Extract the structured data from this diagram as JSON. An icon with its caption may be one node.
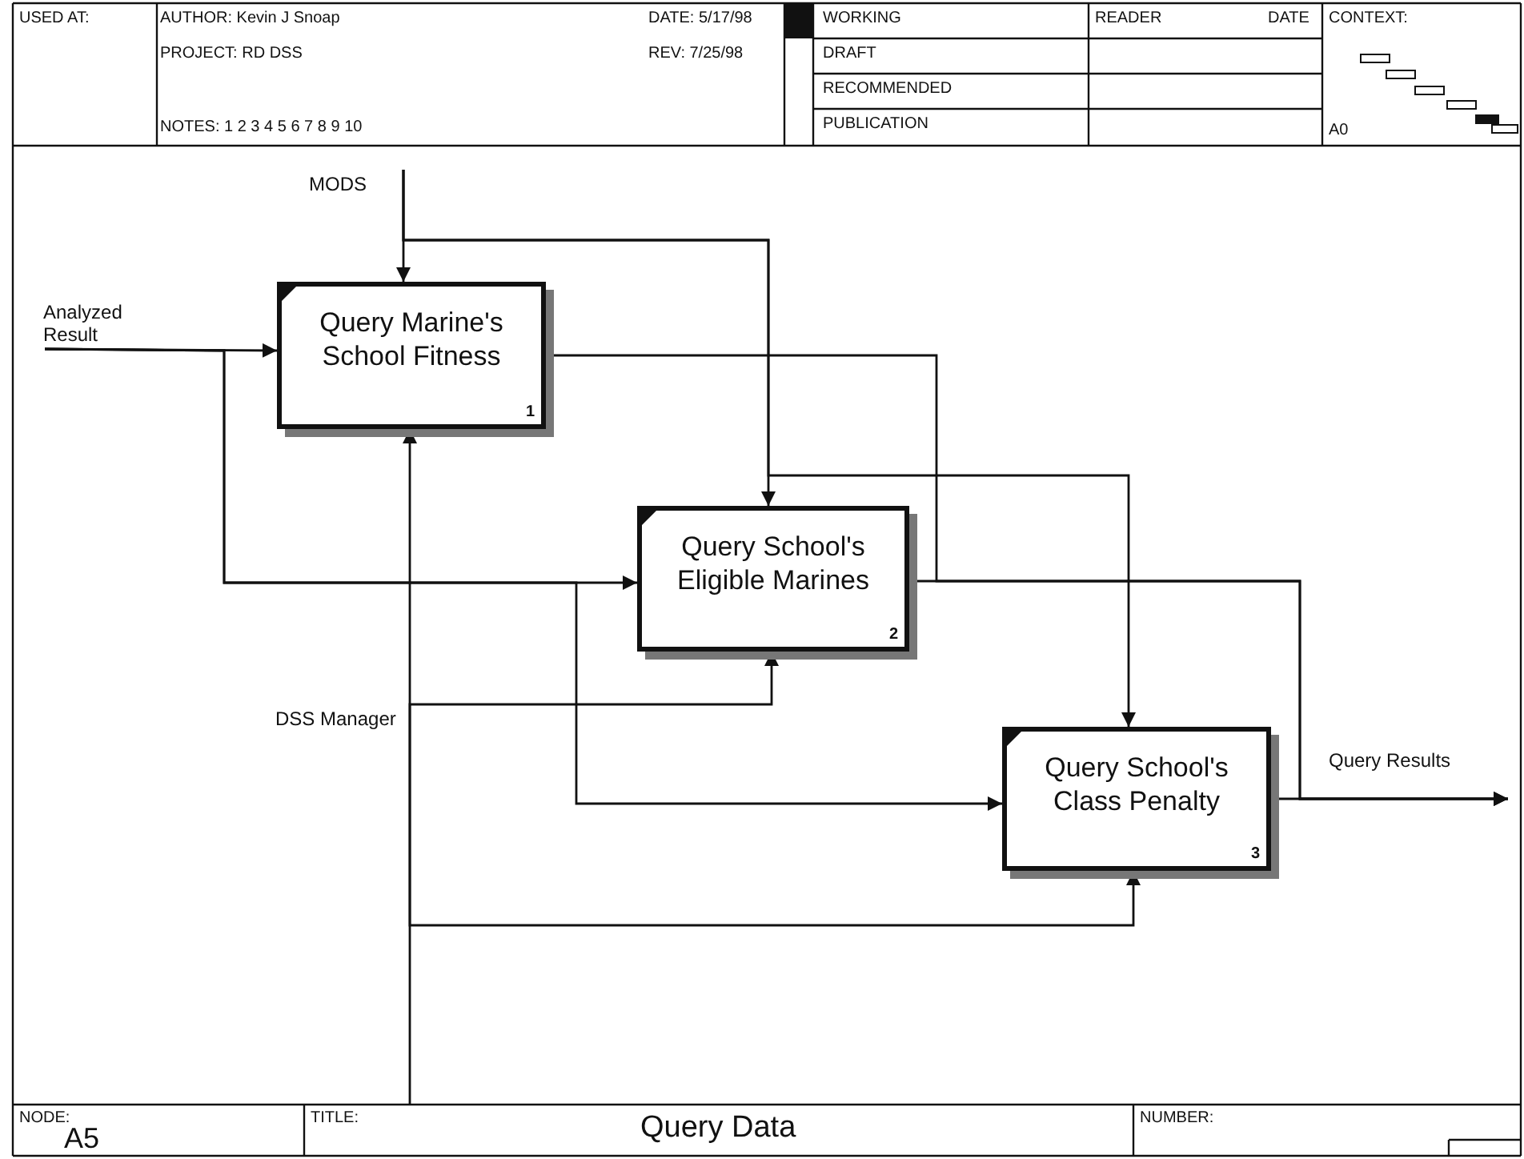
{
  "diagram": {
    "title": "Query Data",
    "nodes": [
      {
        "text": [
          "Query Marine's School Fitness",
          "1"
        ]
      },
      {
        "text": [
          "Query School's Eligible Marines",
          "2"
        ]
      },
      {
        "text": [
          "Query School's Class Penalty",
          "3"
        ]
      },
      {
        "text": [
          "MODS"
        ]
      },
      {
        "text": [
          "Analyzed Result"
        ]
      },
      {
        "text": [
          "DSS Manager"
        ]
      },
      {
        "text": [
          "Query Results"
        ]
      }
    ],
    "edges": [
      {
        "from": 3,
        "to": 0,
        "arrow": "to"
      },
      {
        "from": 3,
        "to": 1,
        "arrow": "to"
      },
      {
        "from": 3,
        "to": 2,
        "arrow": "to"
      },
      {
        "from": 4,
        "to": 0,
        "arrow": "to"
      },
      {
        "from": 4,
        "to": 1,
        "arrow": "to"
      },
      {
        "from": 4,
        "to": 2,
        "arrow": "to"
      },
      {
        "from": 0,
        "to": 6,
        "arrow": "to"
      },
      {
        "from": 1,
        "to": 6,
        "arrow": "to"
      },
      {
        "from": 2,
        "to": 6,
        "arrow": "to"
      },
      {
        "from": 5,
        "to": 0,
        "arrow": "to"
      },
      {
        "from": 5,
        "to": 1,
        "arrow": "to"
      },
      {
        "from": 5,
        "to": 2,
        "arrow": "to"
      }
    ],
    "labels": [
      "USED AT:",
      "AUTHOR: Kevin J Snoap",
      "DATE: 5/17/98",
      "WORKING",
      "READER",
      "DATE",
      "CONTEXT:",
      "PROJECT: RD DSS",
      "REV: 7/25/98",
      "DRAFT",
      "RECOMMENDED",
      "NOTES: 1 2 3 4 5 6 7 8 9 10",
      "PUBLICATION",
      "A0",
      "NODE:",
      "TITLE:",
      "A5",
      "NUMBER:"
    ]
  }
}
